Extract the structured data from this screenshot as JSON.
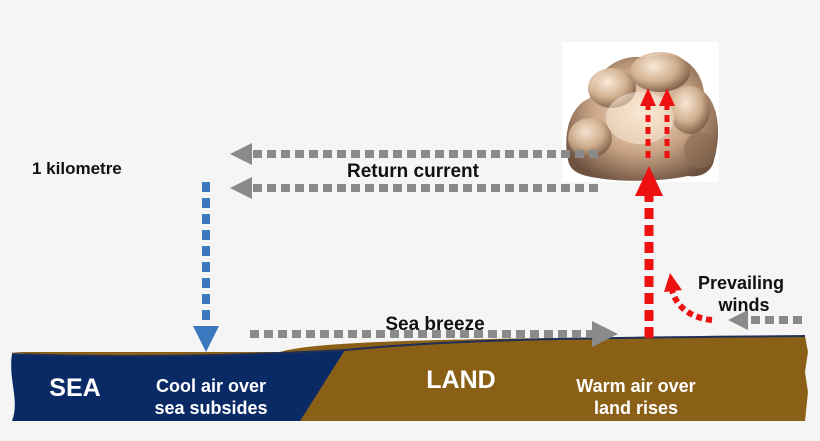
{
  "labels": {
    "altitude": "1 kilometre",
    "return_current": "Return current",
    "sea_breeze": "Sea breeze",
    "prevailing_winds_line1": "Prevailing",
    "prevailing_winds_line2": "winds",
    "sea": "SEA",
    "sea_note_line1": "Cool air over",
    "sea_note_line2": "sea subsides",
    "land": "LAND",
    "land_note_line1": "Warm air over",
    "land_note_line2": "land rises"
  },
  "icons": {
    "cloud": "cumulus-cloud-icon"
  },
  "colors": {
    "background": "#f5f5f5",
    "sea": "#0a2a66",
    "land": "#8a6017",
    "rising_air": "#ee1111",
    "sinking_air": "#3b78c0",
    "horizontal_flow": "#8a8a8a"
  }
}
